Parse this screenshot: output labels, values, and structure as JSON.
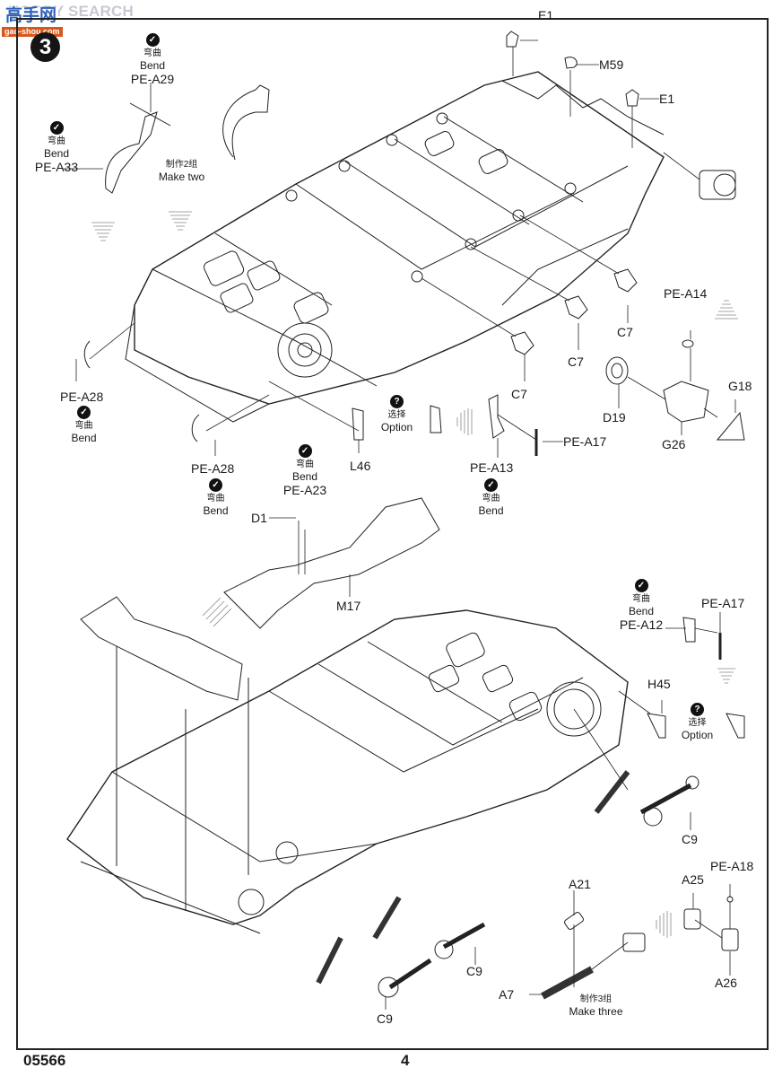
{
  "watermark": {
    "brand": "HOBBY SEARCH",
    "cn_brand": "高手网",
    "url": "gao-shou.com"
  },
  "step_number": "3",
  "notes": {
    "bend_cn": "弯曲",
    "bend_en": "Bend",
    "option_cn": "选择",
    "option_en": "Option",
    "make_two_cn": "制作2组",
    "make_two_en": "Make two",
    "make_three_cn": "制作3组",
    "make_three_en": "Make three"
  },
  "icons": {
    "bend": "bend-icon",
    "option": "question-icon",
    "direction": "arrow-hatch-icon"
  },
  "parts": {
    "pe_a29": "PE-A29",
    "pe_a33": "PE-A33",
    "e1_top": "E1",
    "m59": "M59",
    "e1_right": "E1",
    "pe_a14": "PE-A14",
    "c7_a": "C7",
    "c7_b": "C7",
    "c7_c": "C7",
    "g18": "G18",
    "d19": "D19",
    "g26": "G26",
    "pe_a17_top": "PE-A17",
    "pe_a13": "PE-A13",
    "l46": "L46",
    "pe_a28_left": "PE-A28",
    "pe_a28_mid": "PE-A28",
    "pe_a23": "PE-A23",
    "d1": "D1",
    "m17": "M17",
    "pe_a12": "PE-A12",
    "pe_a17_bottom": "PE-A17",
    "h45": "H45",
    "c9_right": "C9",
    "c9_mid": "C9",
    "c9_bottom": "C9",
    "a21": "A21",
    "a7": "A7",
    "a25": "A25",
    "pe_a18": "PE-A18",
    "a26": "A26"
  },
  "footer": {
    "product_code": "05566",
    "page_number": "4"
  }
}
